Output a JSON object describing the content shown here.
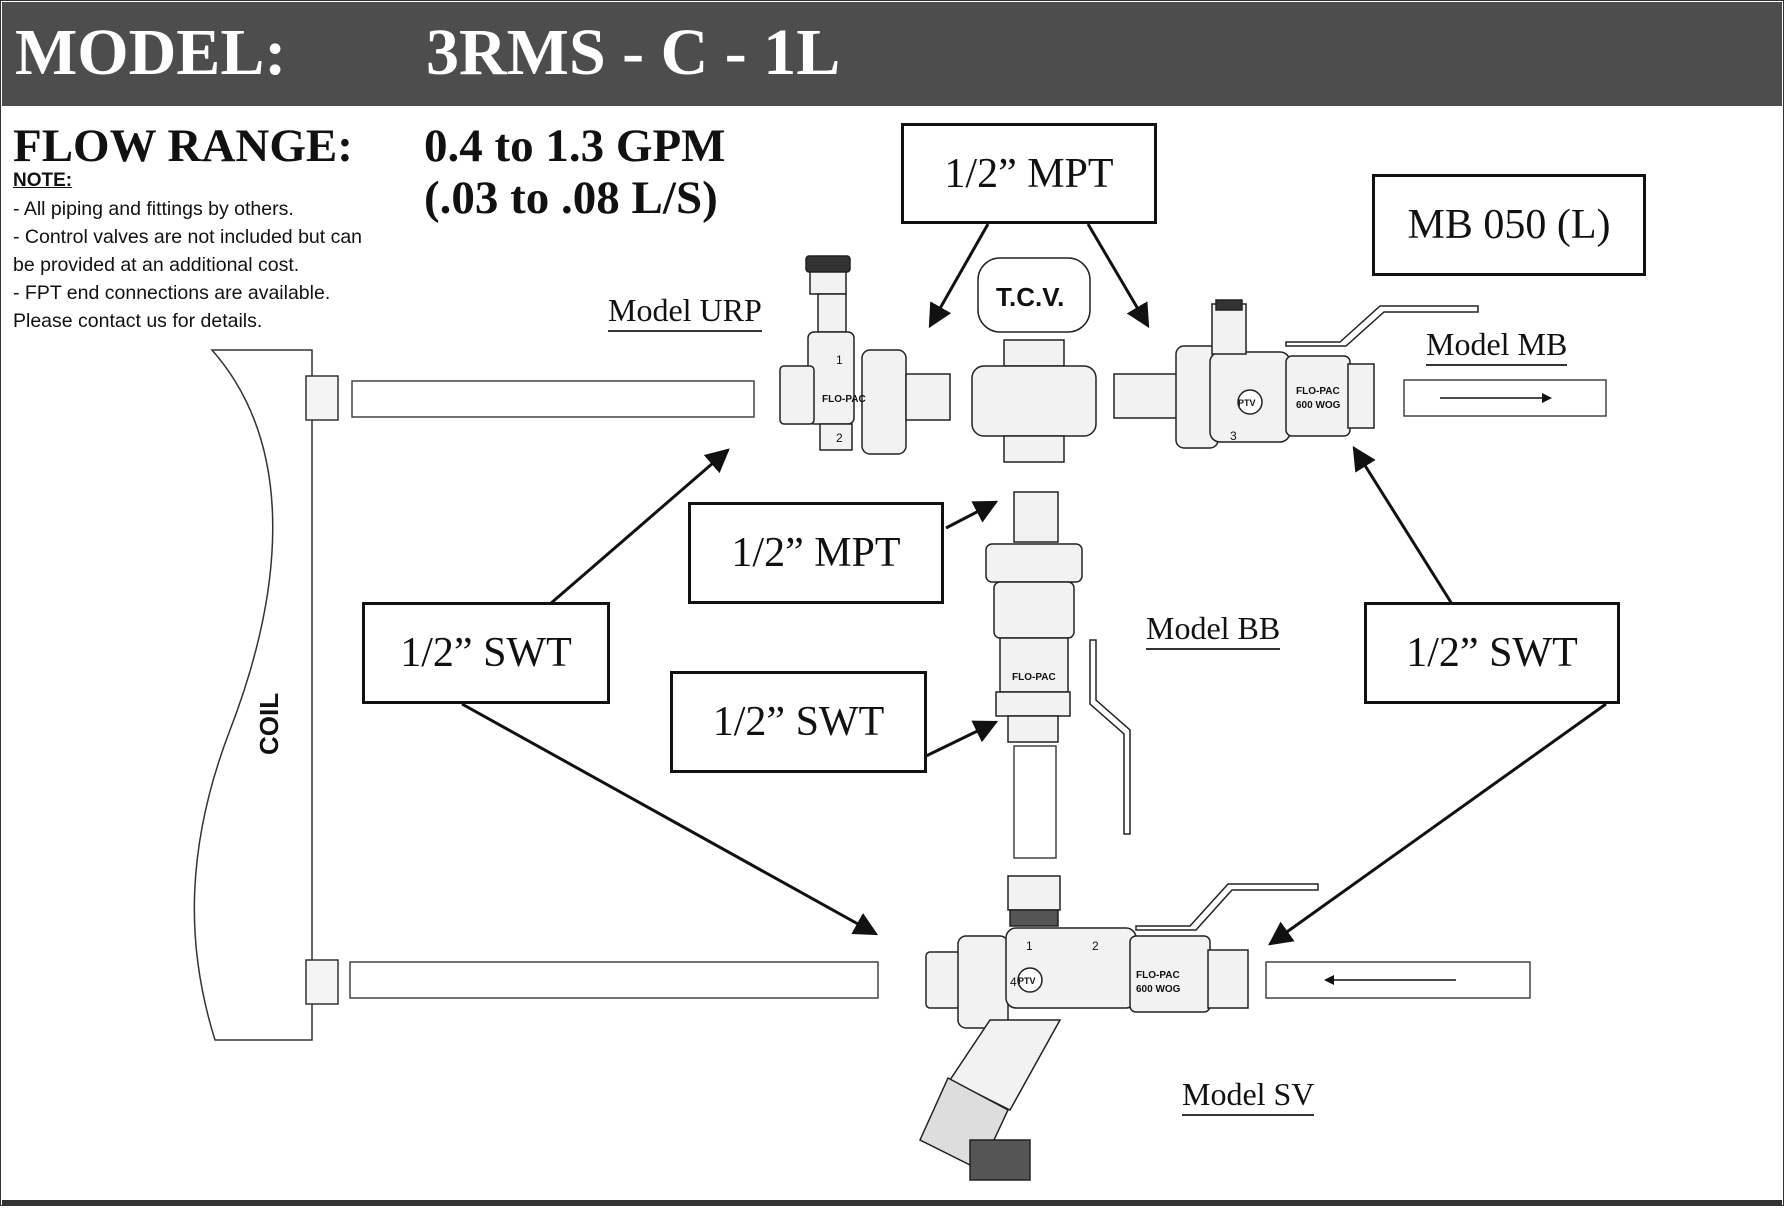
{
  "header": {
    "model_label": "MODEL:",
    "model_value": "3RMS - C - 1L"
  },
  "flow": {
    "label": "FLOW RANGE:",
    "range_gpm": "0.4 to 1.3 GPM",
    "range_ls": "(.03 to .08 L/S)"
  },
  "note": {
    "heading": "NOTE:",
    "lines": [
      "- All piping and fittings by others.",
      "- Control valves are not included but can",
      "be provided at an additional cost.",
      "- FPT end connections are available.",
      "Please contact us for details."
    ]
  },
  "callouts": {
    "mpt_top": "1/2” MPT",
    "mb_size": "MB 050 (L)",
    "mpt_middle": "1/2” MPT",
    "swt_left": "1/2” SWT",
    "swt_center": "1/2” SWT",
    "swt_right": "1/2” SWT"
  },
  "models": {
    "urp": "Model URP",
    "mb": "Model MB",
    "bb": "Model BB",
    "sv": "Model SV"
  },
  "components": {
    "coil": "COIL",
    "tcv": "T.C.V.",
    "brand": "FLO-PAC",
    "rating": "600 WOG",
    "ptv": "PTV",
    "port_numbers": [
      "1",
      "2",
      "3",
      "4"
    ]
  },
  "colors": {
    "header_bg": "#4d4d4d",
    "header_text": "#ffffff",
    "line": "#111111",
    "fitting_fill": "#f2f2f2"
  }
}
